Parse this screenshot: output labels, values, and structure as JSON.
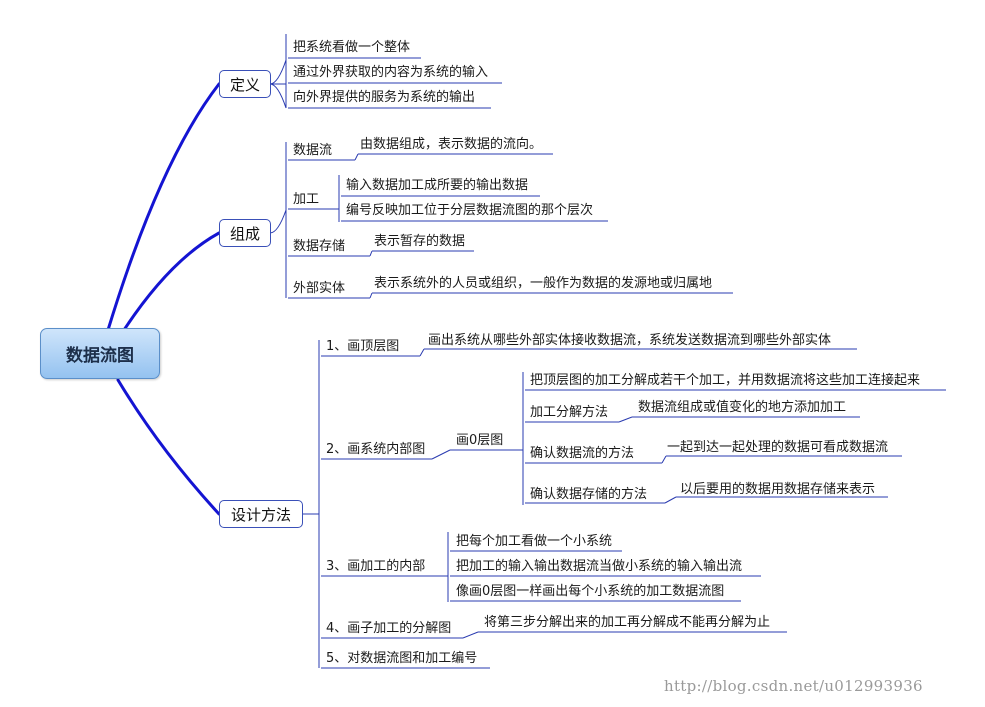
{
  "root": "数据流图",
  "branches": {
    "definition": {
      "label": "定义",
      "items": [
        "把系统看做一个整体",
        "通过外界获取的内容为系统的输入",
        "向外界提供的服务为系统的输出"
      ]
    },
    "composition": {
      "label": "组成",
      "items": {
        "dataflow": {
          "label": "数据流",
          "desc": "由数据组成，表示数据的流向。"
        },
        "process": {
          "label": "加工",
          "desc": [
            "输入数据加工成所要的输出数据",
            "编号反映加工位于分层数据流图的那个层次"
          ]
        },
        "store": {
          "label": "数据存储",
          "desc": "表示暂存的数据"
        },
        "entity": {
          "label": "外部实体",
          "desc": "表示系统外的人员或组织，一般作为数据的发源地或归属地"
        }
      }
    },
    "design": {
      "label": "设计方法",
      "steps": {
        "s1": {
          "label": "1、画顶层图",
          "desc": "画出系统从哪些外部实体接收数据流，系统发送数据流到哪些外部实体"
        },
        "s2": {
          "label": "2、画系统内部图",
          "sub": "画0层图",
          "items": {
            "a": "把顶层图的加工分解成若干个加工，并用数据流将这些加工连接起来",
            "b": {
              "label": "加工分解方法",
              "desc": "数据流组成或值变化的地方添加加工"
            },
            "c": {
              "label": "确认数据流的方法",
              "desc": "一起到达一起处理的数据可看成数据流"
            },
            "d": {
              "label": "确认数据存储的方法",
              "desc": "以后要用的数据用数据存储来表示"
            }
          }
        },
        "s3": {
          "label": "3、画加工的内部",
          "desc": [
            "把每个加工看做一个小系统",
            "把加工的输入输出数据流当做小系统的输入输出流",
            "像画0层图一样画出每个小系统的加工数据流图"
          ]
        },
        "s4": {
          "label": "4、画子加工的分解图",
          "desc": "将第三步分解出来的加工再分解成不能再分解为止"
        },
        "s5": {
          "label": "5、对数据流图和加工编号"
        }
      }
    }
  },
  "watermark": "http://blog.csdn.net/u012993936",
  "colors": {
    "main_line": "#1414d2",
    "sub_line": "#2a3bb0",
    "root_fill": "#a8cff5"
  }
}
